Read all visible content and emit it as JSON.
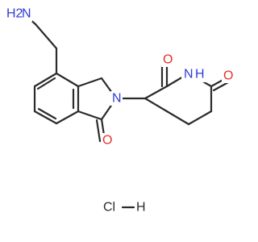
{
  "molecule": {
    "labels": {
      "amine_h2": "H2",
      "amine_n": "N",
      "lactam_n": "N",
      "imide_n": "N",
      "imide_h": "H",
      "ketone_o1": "O",
      "ketone_o2": "O",
      "ketone_o3": "O",
      "hcl_cl": "Cl",
      "hcl_h": "H"
    },
    "colors": {
      "bond": "#2b2b2b",
      "nitrogen": "#2b3cd8",
      "oxygen": "#e5322b",
      "carbon_text": "#2b2b2b"
    }
  }
}
